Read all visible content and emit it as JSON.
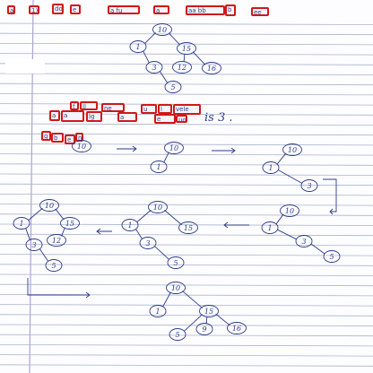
{
  "header_boxes": [
    "a",
    "1)",
    "do",
    "e",
    "a  fu",
    "a",
    "aa  bb",
    "b",
    "ee"
  ],
  "question_boxes": [
    "f",
    "ll",
    "ne",
    "u",
    "l",
    "vele",
    "a",
    "a",
    "lg",
    "a",
    "e",
    "uo",
    "g",
    "b",
    "e",
    "n"
  ],
  "question_tail": "is 3 .",
  "initial_tree": {
    "nodes": [
      "10",
      "1",
      "15",
      "3",
      "12",
      "16",
      "5"
    ]
  },
  "steps": [
    {
      "nodes": [
        "10"
      ]
    },
    {
      "nodes": [
        "10",
        "1"
      ]
    },
    {
      "nodes": [
        "10",
        "1",
        "3"
      ]
    },
    {
      "nodes": [
        "10",
        "1",
        "3",
        "5"
      ]
    },
    {
      "nodes": [
        "10",
        "1",
        "15",
        "3",
        "5"
      ]
    },
    {
      "nodes": [
        "10",
        "1",
        "15",
        "3",
        "12",
        "5"
      ]
    },
    {
      "nodes": [
        "10",
        "1",
        "15",
        "5",
        "9",
        "16"
      ]
    }
  ],
  "colors": {
    "ink": "#2c3c8a",
    "highlight": "#d01818",
    "ruling": "#aab4cc",
    "margin": "#a9a6d0"
  }
}
